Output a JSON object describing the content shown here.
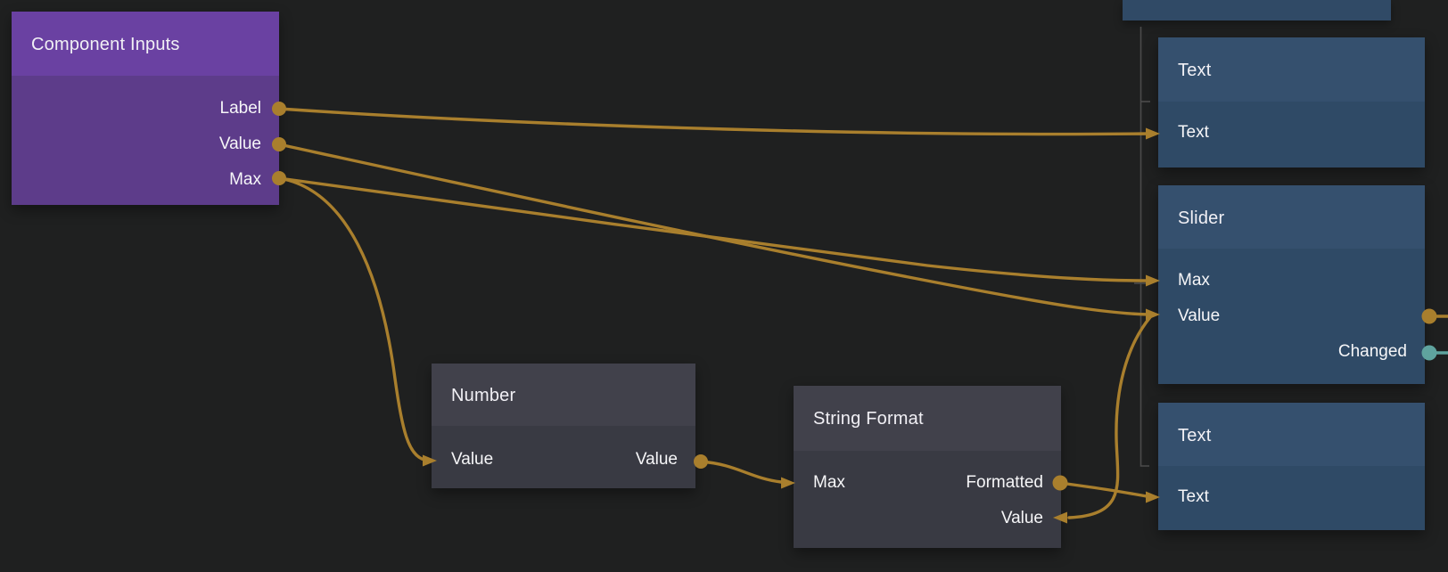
{
  "app": {
    "view": "node-graph-editor"
  },
  "colors": {
    "background": "#1f2020",
    "wire_gold": "#a97f2d",
    "wire_teal": "#5fa39e",
    "bracket_gray": "#4b4b4b",
    "purple_header": "#6a41a2",
    "purple_body": "#5d3c8a",
    "blue_header": "#35506e",
    "blue_body": "#2f4a66",
    "dark_header": "#41414b",
    "dark_body": "#393a43",
    "label_text": "#f6f6f8"
  },
  "nodes": {
    "component_inputs": {
      "title": "Component Inputs",
      "outputs": [
        "Label",
        "Value",
        "Max"
      ]
    },
    "text_top": {
      "title": "Text",
      "inputs": [
        "Text"
      ]
    },
    "slider": {
      "title": "Slider",
      "inputs": [
        "Max",
        "Value"
      ],
      "outputs": [
        "Changed"
      ]
    },
    "text_bottom": {
      "title": "Text",
      "inputs": [
        "Text"
      ]
    },
    "number": {
      "title": "Number",
      "inputs": [
        "Value"
      ],
      "outputs": [
        "Value"
      ]
    },
    "string_format": {
      "title": "String Format",
      "inputs": [
        "Max",
        "Value"
      ],
      "outputs": [
        "Formatted"
      ]
    }
  },
  "connections": [
    {
      "from": "Component Inputs.Label",
      "to": "Text (top).Text"
    },
    {
      "from": "Component Inputs.Value",
      "to": "Slider.Value"
    },
    {
      "from": "Component Inputs.Max",
      "to": "Slider.Max"
    },
    {
      "from": "Component Inputs.Max",
      "to": "Number.Value"
    },
    {
      "from": "Number.Value",
      "to": "String Format.Max"
    },
    {
      "from": "String Format.Formatted",
      "to": "Text (bottom).Text"
    },
    {
      "from": "Component Inputs.Value",
      "to": "String Format.Value"
    },
    {
      "from": "Slider.Value",
      "to": "offscreen-right"
    },
    {
      "from": "Slider.Changed",
      "to": "offscreen-right"
    }
  ]
}
